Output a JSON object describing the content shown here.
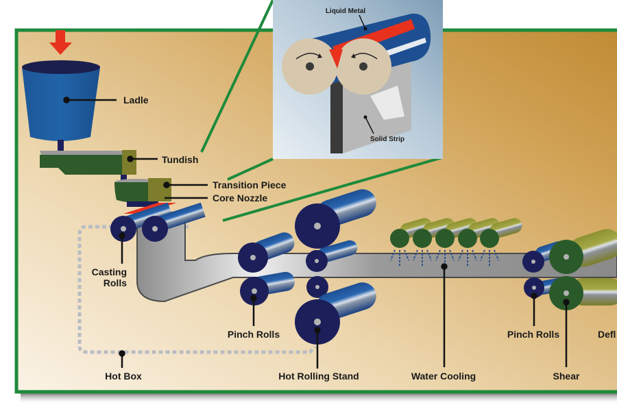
{
  "diagram": {
    "title": "Twin-roll strip casting process",
    "colors": {
      "frame_green": "#1e8a3c",
      "background_light": "#f3e6cf",
      "background_dark": "#c58f36",
      "ladle_blue": "#1f5a9a",
      "ladle_rim": "#1b1f4d",
      "tundish_green": "#2f5a2a",
      "tundish_face": "#7d7d2c",
      "roll_navy": "#1c1f5a",
      "roll_blue": "#1f5aa0",
      "roll_highlight": "#c9d3df",
      "liquid_metal": "#e8321e",
      "strip_gray": "#8e8e8e",
      "strip_edge": "#4a4a4a",
      "cooling_green": "#2b5a2a",
      "cooling_olive": "#8a8d2e",
      "spray_blue": "#2a4f8a",
      "hotbox_dash": "#b9bcc4",
      "inset_bg_top": "#9fb6c8",
      "inset_bg_bottom": "#e4ecf2",
      "roll_face": "#d7c8ad",
      "arrow_red": "#e6321e"
    },
    "labels": {
      "ladle": "Ladle",
      "tundish": "Tundish",
      "transition_piece": "Transition Piece",
      "core_nozzle": "Core Nozzle",
      "casting_rolls_line1": "Casting",
      "casting_rolls_line2": "Rolls",
      "pinch_rolls_1": "Pinch Rolls",
      "hot_rolling_stand": "Hot Rolling Stand",
      "water_cooling": "Water Cooling",
      "pinch_rolls_2": "Pinch Rolls",
      "shear": "Shear",
      "deflector_partial": "Defl",
      "hot_box": "Hot Box"
    },
    "inset": {
      "liquid_metal": "Liquid Metal",
      "solid_strip": "Solid Strip"
    }
  }
}
